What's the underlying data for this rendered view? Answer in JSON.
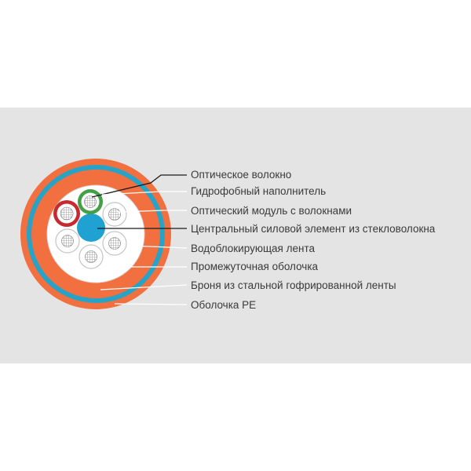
{
  "colors": {
    "background": "#e4e4e4",
    "outer_sheath": "#f2703f",
    "armor": "#26a3c6",
    "intermediate_sheath": "#f2703f",
    "water_blocking_tape": "#ffffff",
    "central_member": "#1fa1d2",
    "module_red": "#c8292e",
    "module_green": "#43a047",
    "module_plain": "#cfcfcf"
  },
  "labels": [
    {
      "id": "optical-fiber",
      "text": "Оптическое волокно"
    },
    {
      "id": "hydrophobic-filler",
      "text": "Гидрофобный наполнитель"
    },
    {
      "id": "optical-module",
      "text": "Оптический модуль с волокнами"
    },
    {
      "id": "central-strength-member",
      "text": "Центральный силовой элемент из стекловолокна"
    },
    {
      "id": "water-blocking-tape",
      "text": "Водоблокирующая лента"
    },
    {
      "id": "intermediate-sheath",
      "text": "Промежуточная оболочка"
    },
    {
      "id": "corrugated-steel-armor",
      "text": "Броня из стальной гофрированной ленты"
    },
    {
      "id": "pe-sheath",
      "text": "Оболочка PE"
    }
  ]
}
